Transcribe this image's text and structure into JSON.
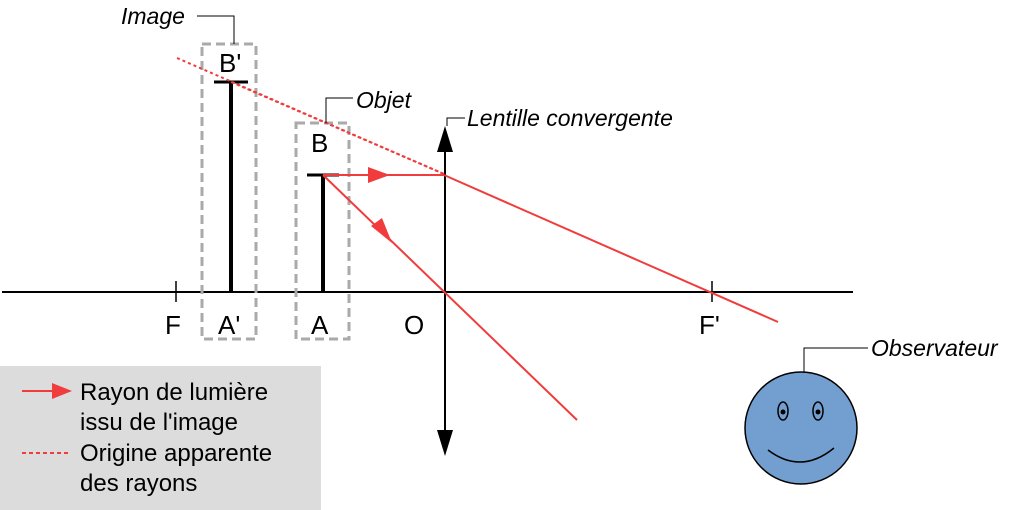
{
  "labels": {
    "F": "F",
    "A_prime": "A'",
    "A": "A",
    "O": "O",
    "F_prime": "F'",
    "B": "B",
    "B_prime": "B'"
  },
  "callouts": {
    "image": "Image",
    "objet": "Objet",
    "lens": "Lentille convergente",
    "observer": "Observateur"
  },
  "legend": {
    "ray_line1": "Rayon de lumière",
    "ray_line2": "issu de l'image",
    "origin_line1": "Origine apparente",
    "origin_line2": "des rayons"
  },
  "colors": {
    "ray": "#f03c3c",
    "axis": "#000000",
    "box": "#aaaaaa",
    "legend_bg": "#dcdcdc",
    "face": "#729fcf"
  }
}
